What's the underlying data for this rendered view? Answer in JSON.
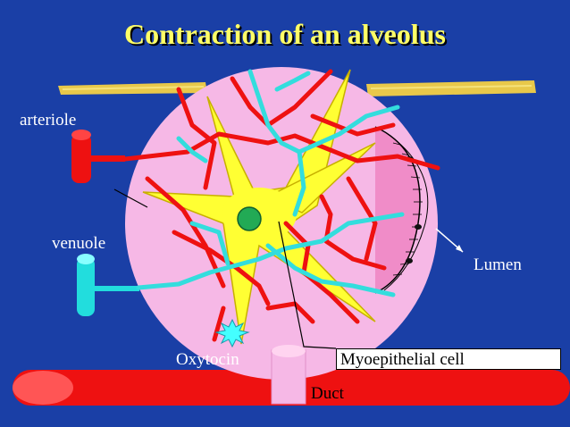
{
  "title": "Contraction of an alveolus",
  "labels": {
    "arteriole": "arteriole",
    "venuole": "venuole",
    "lumen": "Lumen",
    "oxytocin": "Oxytocin",
    "myoepithelial": "Myoepithelial cell",
    "duct": "Duct"
  },
  "colors": {
    "background": "#1a3fa6",
    "title": "#ffff66",
    "alveolus": "#f6b8e6",
    "lumen": "#f08cc8",
    "myoepithelial": "#ffff33",
    "nucleus": "#22aa55",
    "artery": "#ee1111",
    "vein": "#33dddd",
    "duct": "#ee1111"
  }
}
